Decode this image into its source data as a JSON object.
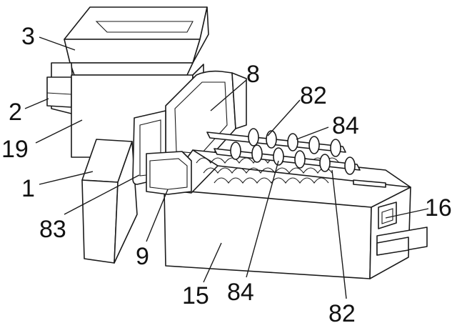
{
  "labels": [
    {
      "id": "lbl-3",
      "text": "3"
    },
    {
      "id": "lbl-8",
      "text": "8"
    },
    {
      "id": "lbl-82-top",
      "text": "82"
    },
    {
      "id": "lbl-84-top",
      "text": "84"
    },
    {
      "id": "lbl-2",
      "text": "2"
    },
    {
      "id": "lbl-19",
      "text": "19"
    },
    {
      "id": "lbl-1",
      "text": "1"
    },
    {
      "id": "lbl-16",
      "text": "16"
    },
    {
      "id": "lbl-83",
      "text": "83"
    },
    {
      "id": "lbl-9",
      "text": "9"
    },
    {
      "id": "lbl-15",
      "text": "15"
    },
    {
      "id": "lbl-84-bottom",
      "text": "84"
    },
    {
      "id": "lbl-82-bottom",
      "text": "82"
    }
  ]
}
